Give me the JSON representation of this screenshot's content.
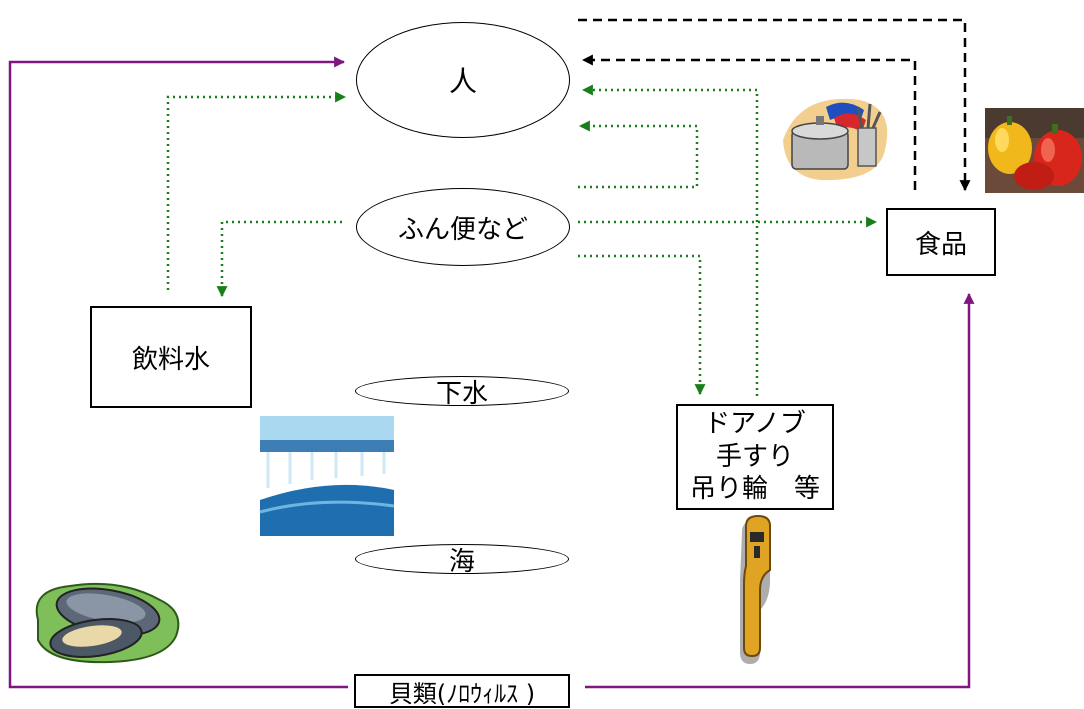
{
  "nodes": {
    "person": "人",
    "feces": "ふん便など",
    "food": "食品",
    "drinking_water": "飲料水",
    "sewage": "下水",
    "sea": "海",
    "doorknob": [
      "ドアノブ",
      "手すり",
      "吊り輪　等"
    ],
    "shellfish": "貝類(ﾉﾛｳｨﾙｽ )"
  },
  "illustrations": {
    "cookware": "cookware-icon",
    "peppers": "bell-peppers-photo",
    "waterfall": "waterfall-icon",
    "oysters": "oysters-icon",
    "door_handle": "door-handle-icon"
  },
  "colors": {
    "purple": "#7f177f",
    "green": "#1a7f1a",
    "black": "#000000"
  }
}
